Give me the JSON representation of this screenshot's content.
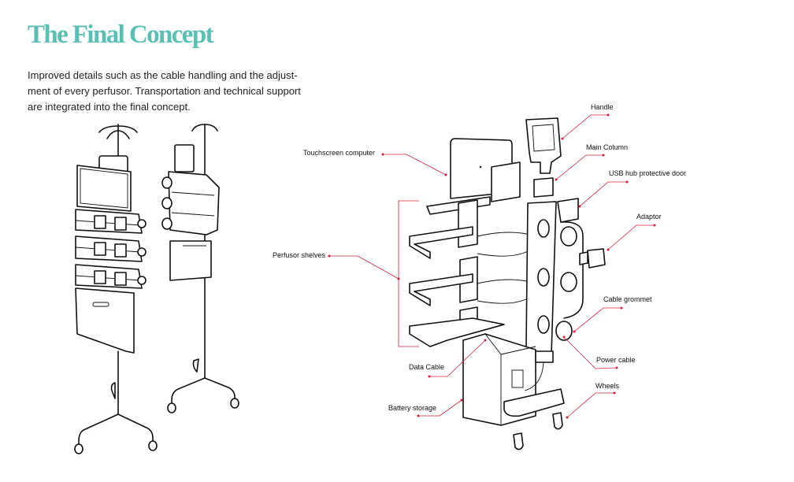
{
  "page": {
    "title": "The Final Concept",
    "intro_lines": [
      "Improved details such as the cable handling and the adjust-",
      "ment of every perfusor. Transportation and technical support",
      "are integrated into the final concept."
    ]
  },
  "colors": {
    "title": "#5bbfb3",
    "callout_lines": "#d0203a",
    "ink": "#111111"
  },
  "illustrations": [
    {
      "name": "IV pole with perfusors – front view"
    },
    {
      "name": "IV pole with perfusors – side view"
    },
    {
      "name": "Exploded view of the final concept"
    }
  ],
  "callouts": {
    "touchscreen": "Touchscreen computer",
    "perfusor_shelves": "Perfusor shelves",
    "data_cable": "Data Cable",
    "battery_storage": "Battery storage",
    "handle": "Handle",
    "main_column": "Main Column",
    "usb_door": "USB hub protective door",
    "adaptor": "Adaptor",
    "cable_grommet": "Cable grommet",
    "power_cable": "Power cable",
    "wheels": "Wheels"
  }
}
